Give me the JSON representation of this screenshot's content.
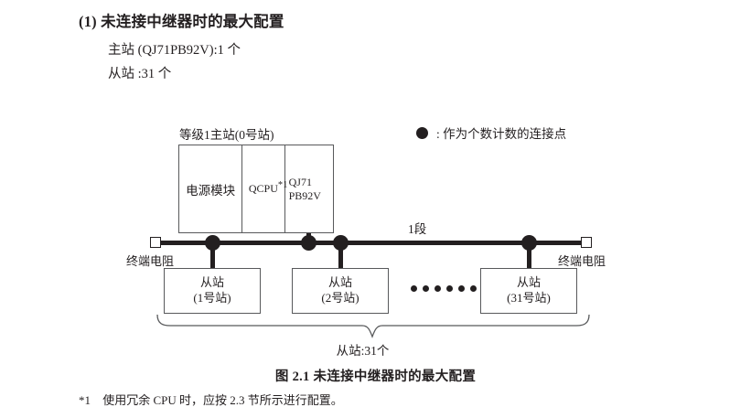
{
  "section": {
    "heading": "(1) 未连接中继器时的最大配置",
    "lines": [
      "主站 (QJ71PB92V):1 个",
      "从站 :31 个"
    ]
  },
  "legend": {
    "icon": "filled-circle-icon",
    "text": ": 作为个数计数的连接点"
  },
  "diagram": {
    "master": {
      "caption": "等级1主站(0号站)",
      "cells": [
        {
          "label": "电源模块",
          "note": ""
        },
        {
          "label": "QCPU",
          "note": "*1"
        },
        {
          "label_line1": "QJ71",
          "label_line2": "PB92V"
        }
      ]
    },
    "bus": {
      "segment_label": "1段",
      "terminator_left_label": "终端电阻",
      "terminator_right_label": "终端电阻"
    },
    "slaves": [
      {
        "line1": "从站",
        "line2": "(1号站)"
      },
      {
        "line1": "从站",
        "line2": "(2号站)"
      },
      {
        "line1": "从站",
        "line2": "(31号站)"
      }
    ],
    "ellipsis_dot_count": 6,
    "brace_caption": "从站:31个"
  },
  "figure_caption": "图 2.1  未连接中继器时的最大配置",
  "footnote": {
    "mark": "*1",
    "text": "使用冗余 CPU 时，应按 2.3 节所示进行配置。"
  },
  "colors": {
    "ink": "#231f20",
    "box_stroke": "#58595b",
    "background": "#ffffff"
  }
}
